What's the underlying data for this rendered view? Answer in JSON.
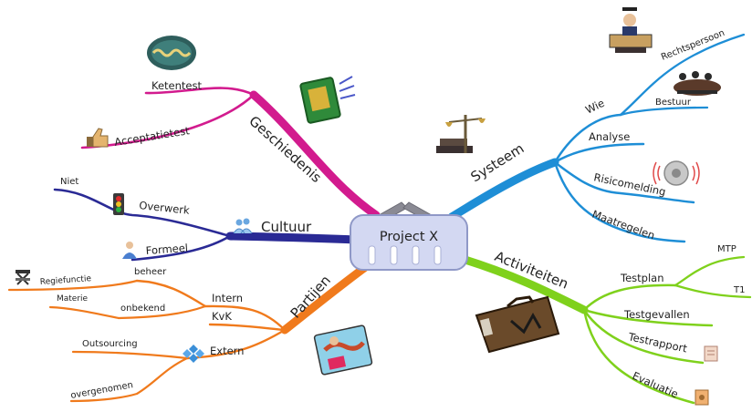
{
  "center": {
    "title": "Project X"
  },
  "colors": {
    "geschiedenis": "#d21b8e",
    "cultuur": "#2a2a95",
    "partijen": "#f07a1c",
    "systeem": "#1e8ed6",
    "activiteiten": "#7fd11c",
    "center_fill": "#d3d8f2",
    "center_stroke": "#8f98c7"
  },
  "branches": {
    "geschiedenis": {
      "label": "Geschiedenis",
      "items": [
        "Ketentest",
        "Acceptatietest"
      ]
    },
    "cultuur": {
      "label": "Cultuur",
      "items": {
        "overwerk": "Overwerk",
        "niet": "Niet",
        "formeel": "Formeel"
      }
    },
    "partijen": {
      "label": "Partijen",
      "intern": {
        "label": "Intern",
        "beheer": "beheer",
        "regiefunctie": "Regiefunctie",
        "onbekend": "onbekend",
        "materie": "Materie"
      },
      "kvk": "KvK",
      "extern": {
        "label": "Extern",
        "outsourcing": "Outsourcing",
        "overgenomen": "overgenomen"
      }
    },
    "systeem": {
      "label": "Systeem",
      "wie": {
        "label": "Wie",
        "rechtspersoon": "Rechtspersoon",
        "bestuur": "Bestuur"
      },
      "analyse": "Analyse",
      "risicomelding": "Risicomelding",
      "maatregelen": "Maatregelen"
    },
    "activiteiten": {
      "label": "Activiteiten",
      "testplan": {
        "label": "Testplan",
        "mtp": "MTP",
        "t1": "T1"
      },
      "testgevallen": "Testgevallen",
      "testrapport": "Testrapport",
      "evaluatie": "Evaluatie"
    }
  },
  "icons": {
    "geschiedenis": "book-icon",
    "ketentest": "chain-icon",
    "acceptatietest": "thumbs-up-icon",
    "overwerk": "traffic-light-icon",
    "cultuur": "people-icon",
    "formeel": "person-icon",
    "regiefunctie": "director-chair-icon",
    "extern": "diamond-cluster-icon",
    "partijen": "handshake-icon",
    "systeem": "scales-icon",
    "rechtspersoon": "graduate-icon",
    "bestuur": "meeting-icon",
    "risicomelding": "alarm-icon",
    "activiteiten": "briefcase-icon",
    "testrapport": "report-icon",
    "evaluatie": "evaluation-icon",
    "center": "basket-icon"
  }
}
